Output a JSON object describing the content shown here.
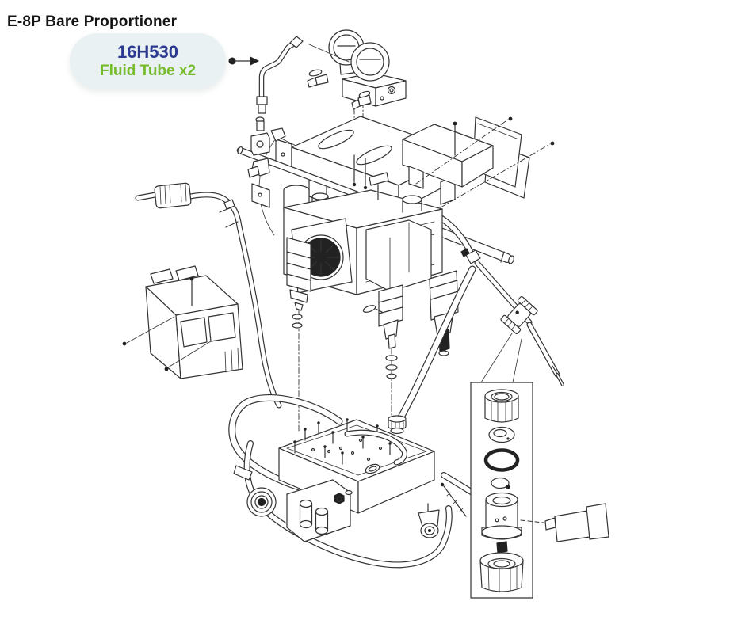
{
  "title": "E-8P Bare Proportioner",
  "callout": {
    "part_number": "16H530",
    "part_name": "Fluid Tube x2",
    "leader_icon": "dot-arrow-right",
    "colors": {
      "background": "#E9F1F3",
      "part_number": "#2B3990",
      "part_name": "#76BC2B"
    }
  },
  "diagram": {
    "kind": "exploded-parts-illustration",
    "line_color": "#333333",
    "parts": [
      "fluid-tube",
      "tube-fittings",
      "pressure-gauges",
      "gauge-manifold",
      "mounting-shelf-bracket",
      "handlebar-tube",
      "side-bracket",
      "shield-panels",
      "pump-motor-assembly",
      "cooling-fan",
      "left-pump-lower",
      "right-pump-lower",
      "o-ring-stacks",
      "control-box",
      "left-suction-wand",
      "left-hose",
      "right-suction-wand",
      "right-hose",
      "wand-coupler",
      "cart-frame",
      "cart-deck",
      "cart-wheel",
      "cart-caster",
      "valve-manifold-block",
      "strainer-detail-box",
      "collar-nut",
      "washer",
      "large-o-ring",
      "retaining-ring",
      "strainer-housing",
      "bottom-collar-nut",
      "strainer-cartridge",
      "mounting-screws"
    ]
  }
}
